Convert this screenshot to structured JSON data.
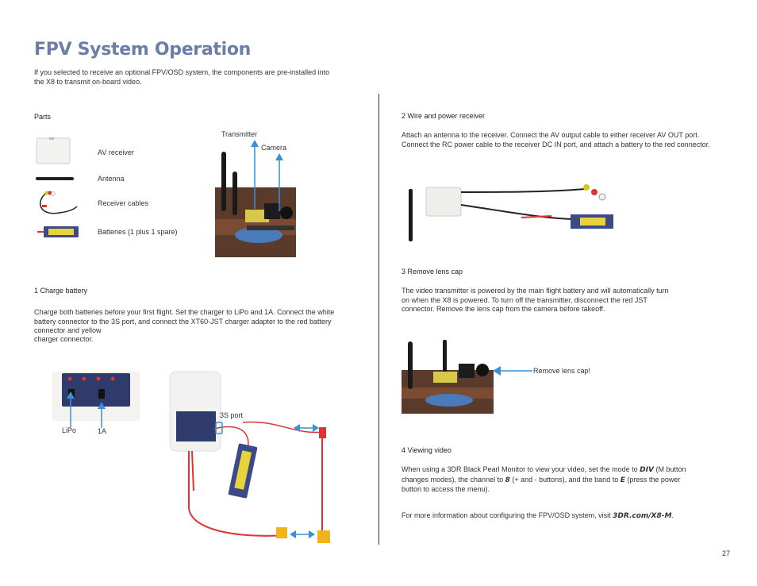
{
  "page": {
    "title": "FPV System Operation",
    "intro": "If you selected to receive an optional FPV/OSD system, the components are pre-installed into the X8 to transmit on-board video.",
    "page_number": "27"
  },
  "parts": {
    "heading": "Parts",
    "items": [
      {
        "label": "AV receiver"
      },
      {
        "label": "Antenna"
      },
      {
        "label": "Receiver cables"
      },
      {
        "label": "Batteries (1 plus 1 spare)"
      }
    ],
    "callouts": {
      "transmitter": "Transmitter",
      "camera": "Camera"
    }
  },
  "step1": {
    "heading": "1 Charge battery",
    "body": "Charge both batteries before your first flight. Set the charger to LiPo and 1A. Connect the white battery connector to the 3S port, and connect the XT60-JST charger adapter to the red battery connector and yellow",
    "body2": "charger connector.",
    "labels": {
      "lipo": "LiPo",
      "one_a": "1A",
      "port": "3S port"
    }
  },
  "step2": {
    "heading": "2 Wire and power receiver",
    "body": "Attach an antenna to the receiver. Connect the AV output cable to either receiver AV OUT port.  Connect the RC power cable to the receiver DC IN port, and attach a battery to the red connector."
  },
  "step3": {
    "heading": "3  Remove lens cap",
    "body": "The video transmitter is powered by the main flight battery and will automatically turn on when the X8 is powered. To turn off the transmitter, disconnect the red JST connector. Remove the lens cap from the camera before takeoff.",
    "callout": "Remove lens cap!"
  },
  "step4": {
    "heading": "4  Viewing video",
    "body_a": "When using a 3DR Black Pearl Monitor to view your video, set the mode to ",
    "mode": "DIV",
    "body_b": " (M button changes modes), the channel to ",
    "channel": "8",
    "body_c": " (+ and - buttons), and the band to ",
    "band": "E",
    "body_d": " (press the power button to access the menu).",
    "more_a": "For more information about configuring the FPV/OSD system, visit ",
    "link": "3DR.com/X8-M",
    "more_b": "."
  },
  "colors": {
    "title": "#6b7ea6",
    "arrow": "#3a8fd6"
  }
}
